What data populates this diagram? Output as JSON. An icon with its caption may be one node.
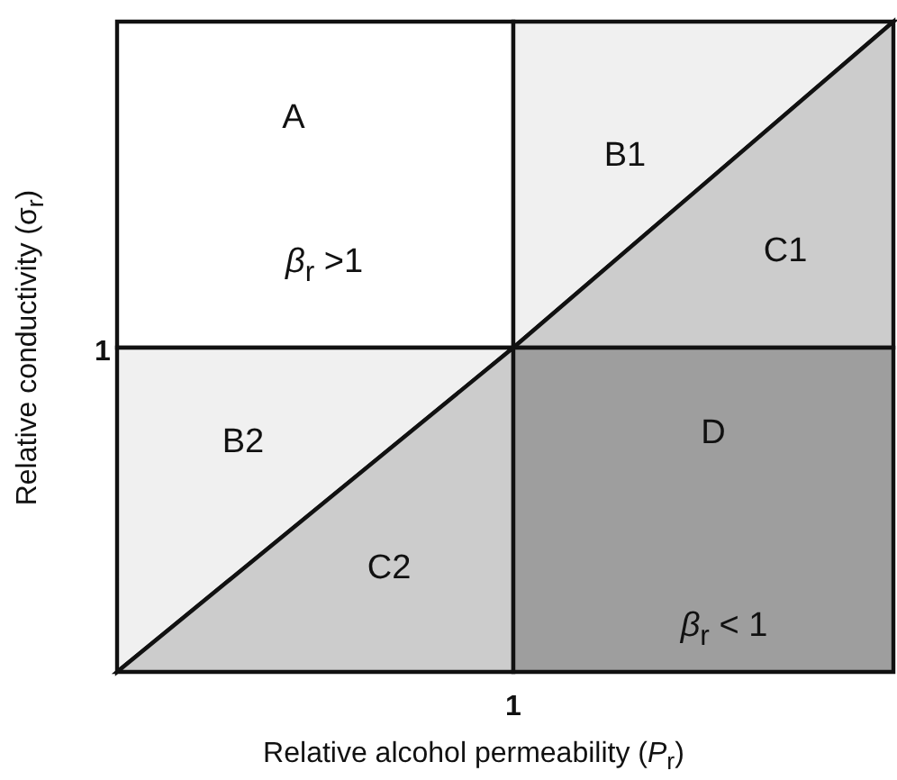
{
  "diagram": {
    "nodes": [
      {
        "text": [
          "A",
          "*β*$_{r}$ >1"
        ]
      },
      {
        "text": [
          "B1"
        ]
      },
      {
        "text": [
          "C1"
        ]
      },
      {
        "text": [
          "B2"
        ]
      },
      {
        "text": [
          "C2"
        ]
      },
      {
        "text": [
          "D",
          "*β*$_{r}$ < 1"
        ]
      }
    ],
    "labels": [
      "Relative conductivity (σ$_{r}$)",
      "1",
      "1",
      "Relative alcohol permeability (*P*$_{r}$)"
    ]
  }
}
